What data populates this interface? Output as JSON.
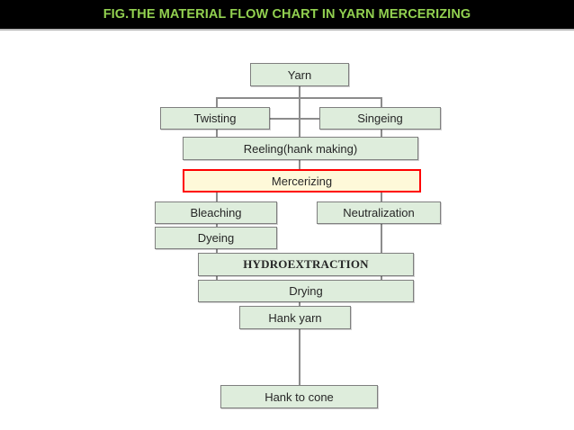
{
  "header": {
    "title": "FIG.THE MATERIAL FLOW CHART IN YARN MERCERIZING",
    "title_color": "#92d050",
    "background_color": "#000000"
  },
  "canvas": {
    "background_color": "#ffffff"
  },
  "theme": {
    "node_fill": "#deeddc",
    "node_border": "#7f7f7f",
    "node_text": "#262626",
    "highlight_fill": "#fef9d9",
    "highlight_border": "#ff0000",
    "connector_color": "#8c8c8c"
  },
  "flowchart": {
    "nodes": [
      {
        "id": "yarn",
        "label": "Yarn"
      },
      {
        "id": "twisting",
        "label": "Twisting"
      },
      {
        "id": "singeing",
        "label": "Singeing"
      },
      {
        "id": "reeling",
        "label": "Reeling(hank making)"
      },
      {
        "id": "mercerizing",
        "label": "Mercerizing"
      },
      {
        "id": "bleaching",
        "label": "Bleaching"
      },
      {
        "id": "neutralization",
        "label": "Neutralization"
      },
      {
        "id": "dyeing",
        "label": "Dyeing"
      },
      {
        "id": "hydroextraction",
        "label": "HYDROEXTRACTION"
      },
      {
        "id": "drying",
        "label": "Drying"
      },
      {
        "id": "hank_yarn",
        "label": "Hank yarn"
      },
      {
        "id": "hank_to_cone",
        "label": "Hank to cone"
      }
    ]
  }
}
